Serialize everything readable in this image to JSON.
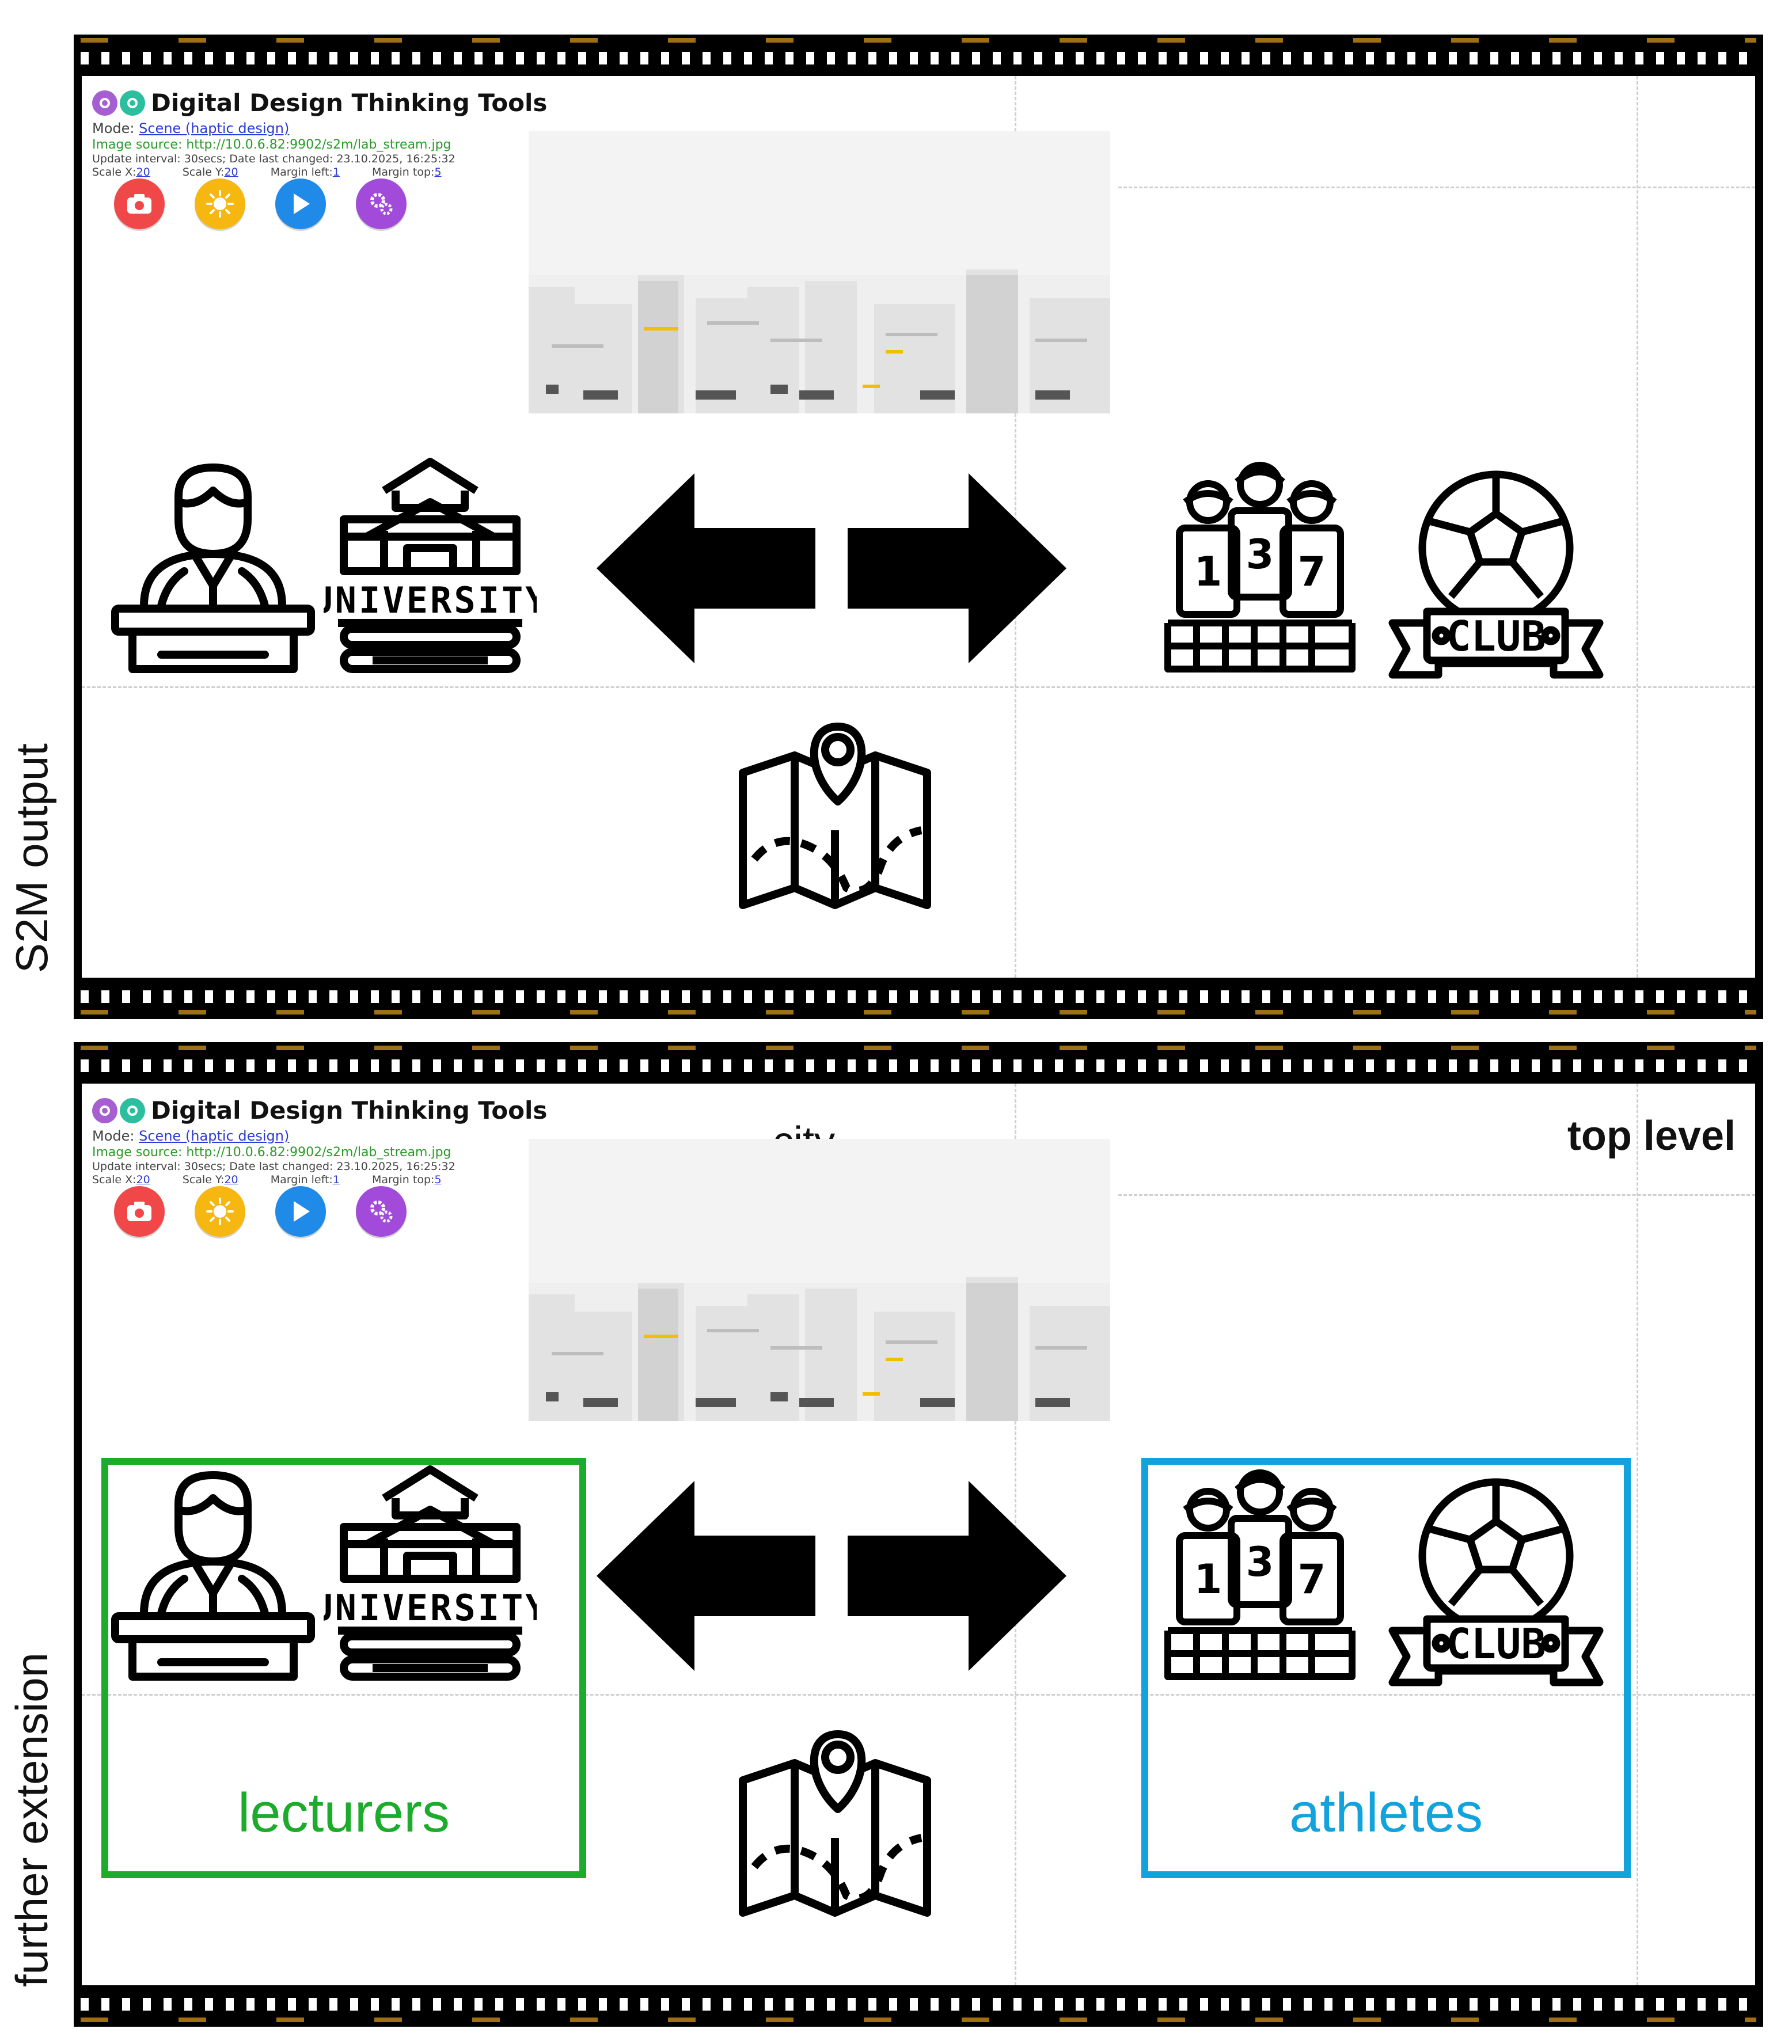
{
  "side_labels": {
    "top": "S2M output",
    "bottom": "further extension"
  },
  "app": {
    "title": "Digital Design Thinking Tools",
    "mode_label": "Mode:",
    "mode_value": "Scene (haptic design)",
    "image_source": "Image source: http://10.0.6.82:9902/s2m/lab_stream.jpg",
    "update_line": "Update interval: 30secs; Date last changed: 23.10.2025, 16:25:32",
    "scale_x_label": "Scale X:",
    "scale_x": "20",
    "scale_y_label": "Scale Y:",
    "scale_y": "20",
    "margin_left_label": "Margin left:",
    "margin_left": "1",
    "margin_top_label": "Margin top:",
    "margin_top": "5",
    "toolbar": [
      {
        "name": "camera-button",
        "icon": "camera-icon",
        "color": "#f04848"
      },
      {
        "name": "brightness-button",
        "icon": "sun-icon",
        "color": "#f7b711"
      },
      {
        "name": "play-button",
        "icon": "play-icon",
        "color": "#1f8ae8"
      },
      {
        "name": "settings-button",
        "icon": "gears-icon",
        "color": "#a24ad9"
      }
    ]
  },
  "scene_icons": [
    "lecturer-icon",
    "university-icon",
    "left-arrow-icon",
    "right-arrow-icon",
    "map-icon",
    "team-icon",
    "soccer-club-icon"
  ],
  "university_text": "UNIVERSITY",
  "club_text": "CLUB",
  "team_numbers": [
    "1",
    "3",
    "7"
  ],
  "extension": {
    "city_label": "city",
    "top_level_label": "top level",
    "group_left": {
      "label": "lecturers",
      "color": "#1cab2b"
    },
    "group_right": {
      "label": "athletes",
      "color": "#12a3dc"
    }
  }
}
